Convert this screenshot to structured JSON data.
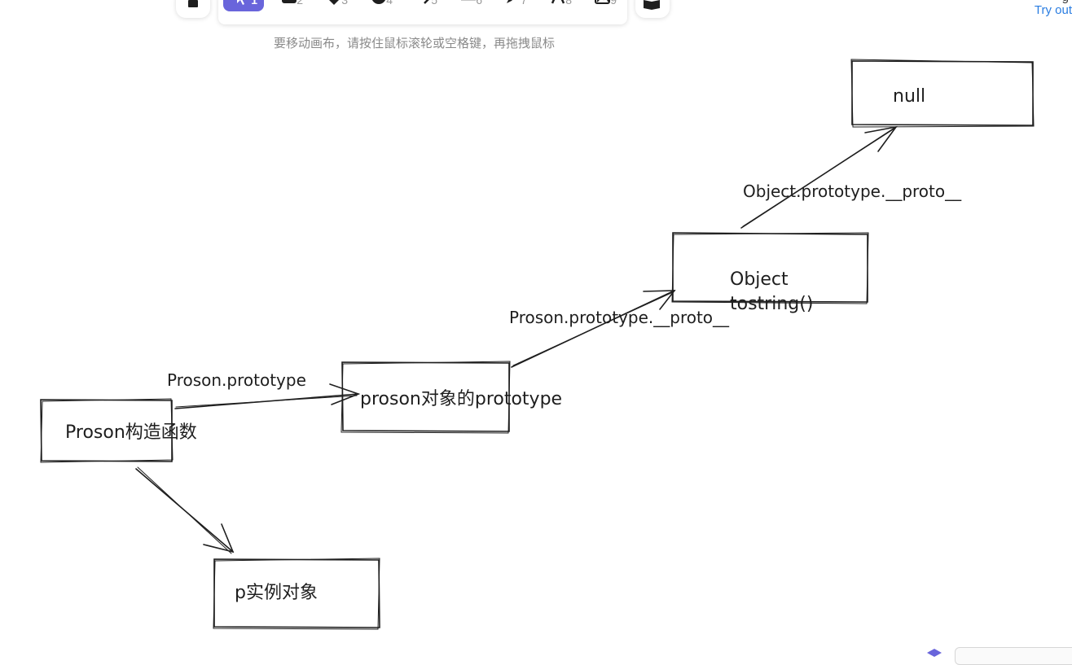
{
  "toolbar": {
    "tools": [
      {
        "key": "1",
        "name": "selection",
        "selected": true
      },
      {
        "key": "2",
        "name": "rectangle"
      },
      {
        "key": "3",
        "name": "diamond"
      },
      {
        "key": "4",
        "name": "ellipse"
      },
      {
        "key": "5",
        "name": "arrow"
      },
      {
        "key": "6",
        "name": "line"
      },
      {
        "key": "7",
        "name": "draw"
      },
      {
        "key": "8",
        "name": "text"
      },
      {
        "key": "9",
        "name": "image"
      }
    ],
    "accent": "#6965db"
  },
  "hint": "要移动画布，请按住鼠标滚轮或空格键，再拖拽鼠标",
  "corner": {
    "link": "Try out",
    "top_cut": "g"
  },
  "canvas": {
    "nodes": {
      "constructor": "Proson构造函数",
      "prototype_obj": "proson对象的prototype",
      "object": "Object",
      "tostring": "tostring()",
      "null": "null",
      "instance": "p实例对象"
    },
    "edges": {
      "proson_prototype": "Proson.prototype",
      "proson_proto_proto": "Proson.prototype.__proto__",
      "object_proto_proto": "Object.prototype.__proto__"
    }
  }
}
